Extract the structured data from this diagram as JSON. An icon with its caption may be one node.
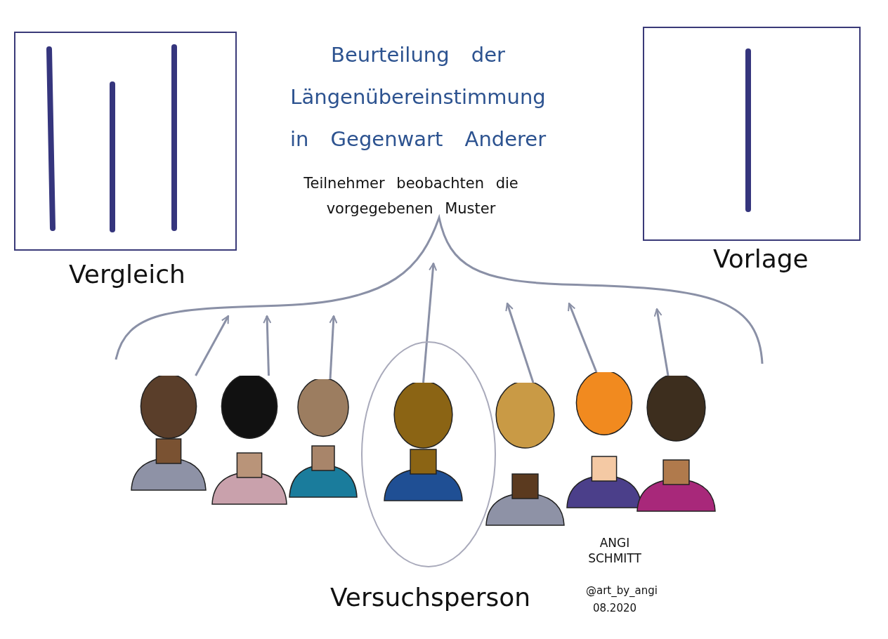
{
  "diagram": {
    "title": "Beurteilung der Längenübereinstimmung in Gegenwart Anderer",
    "nodes": [
      {
        "text": [
          "Vergleich"
        ]
      },
      {
        "text": [
          "Vorlage"
        ]
      },
      {
        "text": [],
        "shape": "person"
      },
      {
        "text": [],
        "shape": "person"
      },
      {
        "text": [],
        "shape": "person"
      },
      {
        "text": [
          "Versuchsperson"
        ]
      },
      {
        "text": [],
        "shape": "person",
        "in": 5
      },
      {
        "text": [],
        "shape": "person"
      },
      {
        "text": [],
        "shape": "person"
      },
      {
        "text": [],
        "shape": "person"
      }
    ],
    "edges": [
      {
        "from": 2,
        "to": null,
        "arrow": "to"
      },
      {
        "from": 3,
        "to": null,
        "arrow": "to"
      },
      {
        "from": 4,
        "to": null,
        "arrow": "to"
      },
      {
        "from": 6,
        "to": null,
        "arrow": "to"
      },
      {
        "from": 7,
        "to": null,
        "arrow": "to"
      },
      {
        "from": 8,
        "to": null,
        "arrow": "to"
      },
      {
        "from": 9,
        "to": null,
        "arrow": "to"
      }
    ],
    "labels": [
      "Teilnehmer beobachten die vorgegebenen Muster",
      "ANGI SCHMITT",
      "@art_by_angi",
      "08.2020"
    ]
  }
}
